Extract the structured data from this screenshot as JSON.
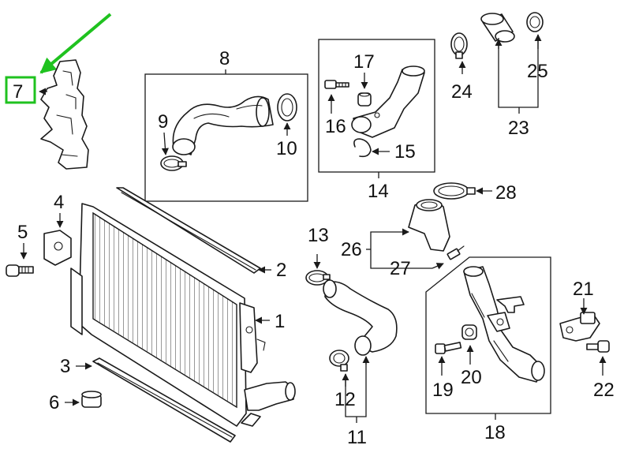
{
  "colors": {
    "highlight": "#1fc21f",
    "line": "#1a1a1a",
    "background": "#ffffff"
  },
  "callouts": {
    "c1": "1",
    "c2": "2",
    "c3": "3",
    "c4": "4",
    "c5": "5",
    "c6": "6",
    "c7": "7",
    "c8": "8",
    "c9": "9",
    "c10": "10",
    "c11": "11",
    "c12": "12",
    "c13": "13",
    "c14": "14",
    "c15": "15",
    "c16": "16",
    "c17": "17",
    "c18": "18",
    "c19": "19",
    "c20": "20",
    "c21": "21",
    "c22": "22",
    "c23": "23",
    "c24": "24",
    "c25": "25",
    "c26": "26",
    "c27": "27",
    "c28": "28"
  },
  "highlighted_callout": "7"
}
